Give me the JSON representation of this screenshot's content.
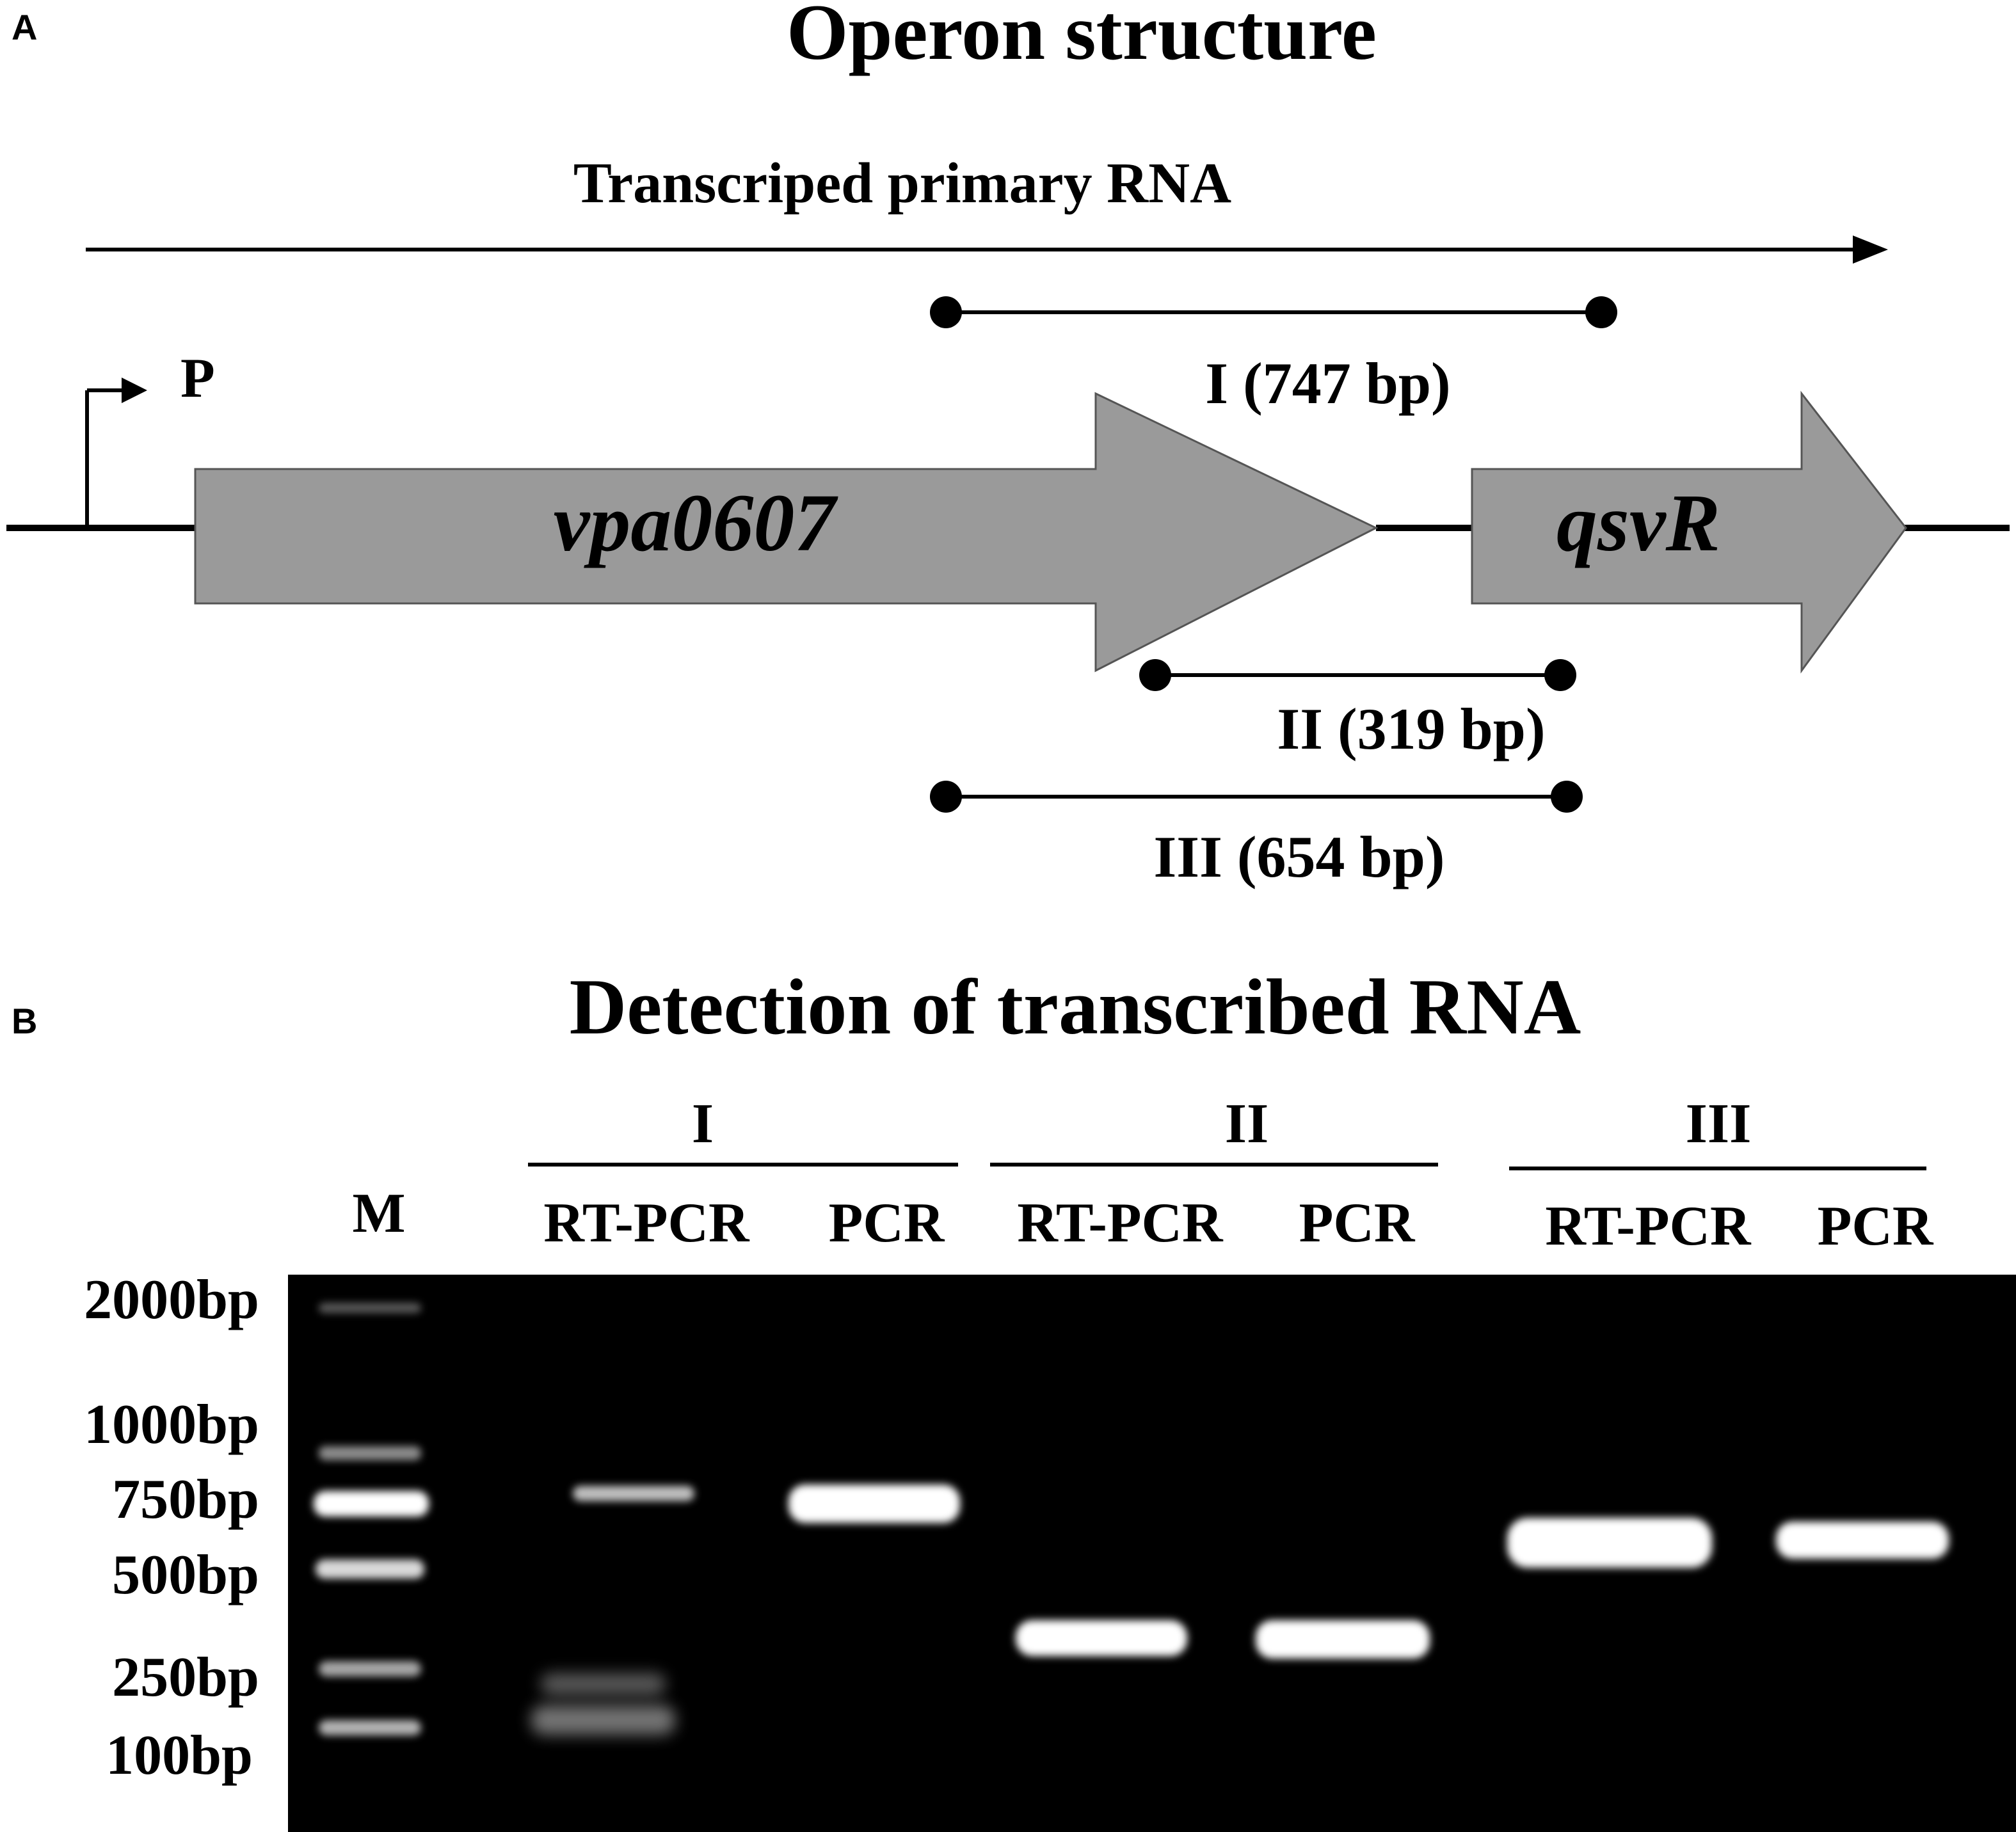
{
  "panel_a": {
    "label": "A",
    "title": "Operon structure",
    "transcript_label": "Transcriped primary RNA",
    "promoter_label": "P",
    "genes": [
      {
        "name": "vpa0607"
      },
      {
        "name": "qsvR"
      }
    ],
    "amplicons": [
      {
        "label": "I (747 bp)"
      },
      {
        "label": "II (319 bp)"
      },
      {
        "label": "III (654 bp)"
      }
    ]
  },
  "panel_b": {
    "label": "B",
    "title": "Detection of transcribed RNA",
    "marker_label": "M",
    "groups": [
      {
        "name": "I",
        "lanes": [
          "RT-PCR",
          "PCR"
        ]
      },
      {
        "name": "II",
        "lanes": [
          "RT-PCR",
          "PCR"
        ]
      },
      {
        "name": "III",
        "lanes": [
          "RT-PCR",
          "PCR"
        ]
      }
    ],
    "size_markers": [
      "2000bp",
      "1000bp",
      "750bp",
      "500bp",
      "250bp",
      "100bp"
    ]
  },
  "colors": {
    "gene_fill": "#9a9a9a",
    "gel_background": "#000000",
    "band": "#ffffff",
    "line": "#000000"
  }
}
